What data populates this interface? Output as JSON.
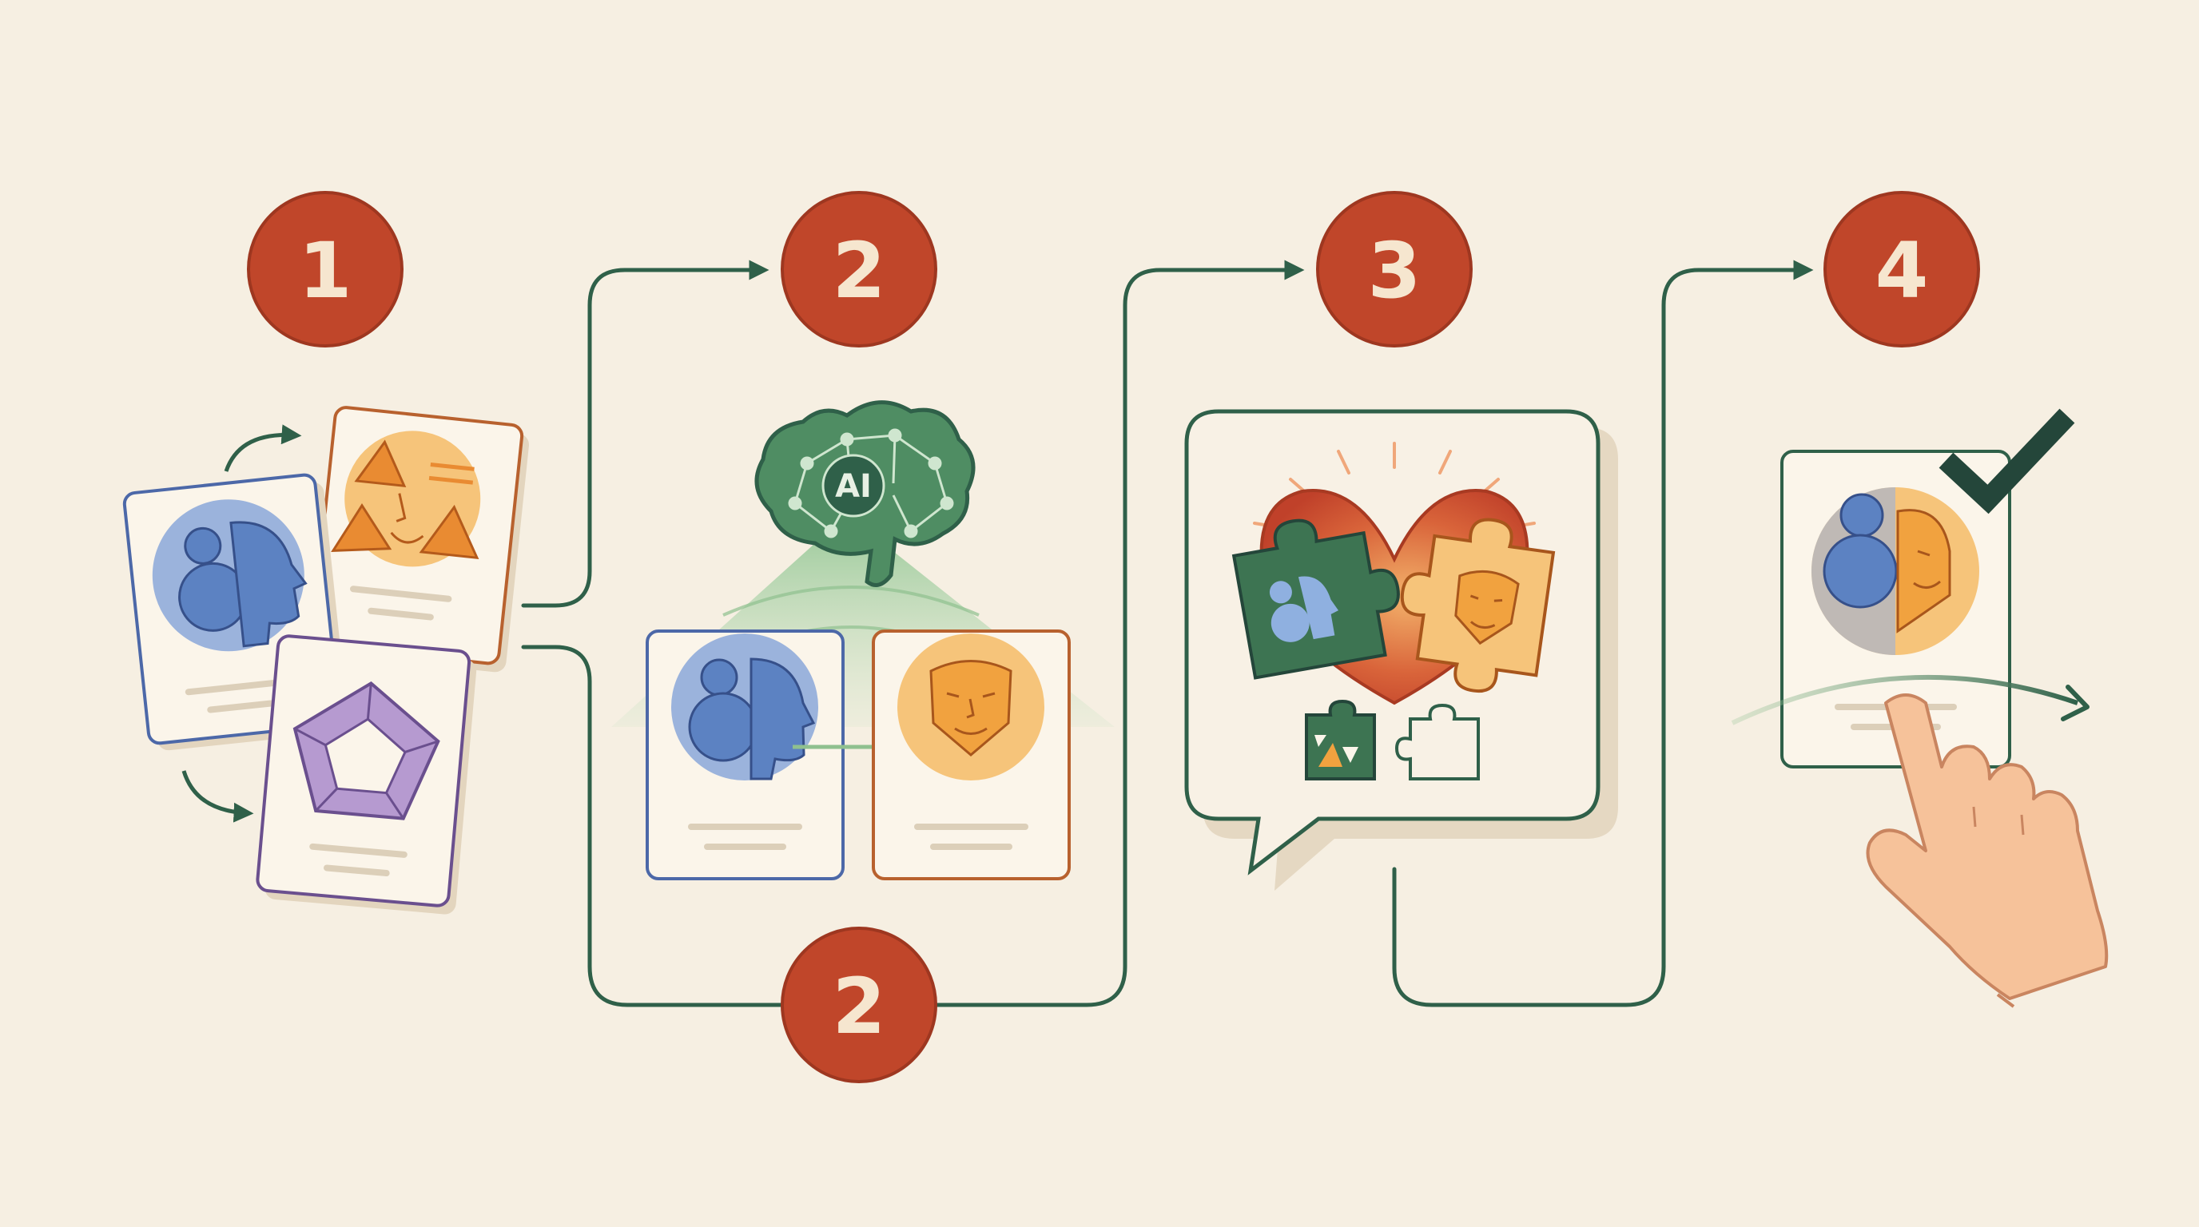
{
  "steps": [
    {
      "id": "step-1",
      "number": "1"
    },
    {
      "id": "step-2-top",
      "number": "2"
    },
    {
      "id": "step-2-bottom",
      "number": "2"
    },
    {
      "id": "step-3",
      "number": "3"
    },
    {
      "id": "step-4",
      "number": "4"
    }
  ],
  "brain": {
    "label": "AI"
  },
  "colors": {
    "background": "#f6efe2",
    "step_badge": "#c0462a",
    "connector": "#2f6049",
    "blue": "#5c82c2",
    "orange": "#f1a23f",
    "purple": "#9a79b7",
    "green": "#3d7452",
    "heart": "#c9492b"
  },
  "icons": [
    "profile-card-blue-icon",
    "profile-card-orange-icon",
    "profile-card-purple-icon",
    "ai-brain-icon",
    "heart-puzzle-icon",
    "speech-bubble-icon",
    "checkmark-icon",
    "hand-pointer-icon",
    "swipe-arrow-icon"
  ]
}
